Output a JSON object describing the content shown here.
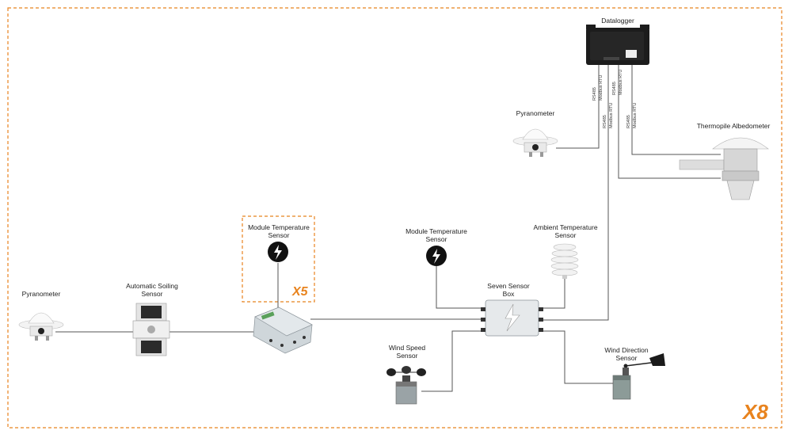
{
  "datalogger": {
    "label": "Datalogger"
  },
  "pyranometer_top": {
    "label": "Pyranometer"
  },
  "thermopile": {
    "label": "Thermopile Albedometer"
  },
  "module_temp_x5": {
    "label_line1": "Module Temperature",
    "label_line2": "Sensor"
  },
  "module_temp_2": {
    "label_line1": "Module Temperature",
    "label_line2": "Sensor"
  },
  "ambient_temp": {
    "label_line1": "Ambient Temperature",
    "label_line2": "Sensor"
  },
  "pyranometer_left": {
    "label": "Pyranometer"
  },
  "soiling": {
    "label_line1": "Automatic Soiling",
    "label_line2": "Sensor"
  },
  "seven_box": {
    "label_line1": "Seven Sensor",
    "label_line2": "Box"
  },
  "wind_speed": {
    "label_line1": "Wind Speed",
    "label_line2": "Sensor"
  },
  "wind_direction": {
    "label_line1": "Wind Direction",
    "label_line2": "Sensor"
  },
  "multiplier_x5": "X5",
  "multiplier_x8": "X8",
  "bus_labels": {
    "l1a": "RS485",
    "l1b": "Modbus RTU",
    "l2a": "RS485",
    "l2b": "Modbus RTU",
    "l3a": "RS485",
    "l3b": "Modbus RTU",
    "l4a": "RS485",
    "l4b": "Modbus RTU"
  },
  "colors": {
    "accent": "#e8831e",
    "line": "#555555",
    "device": "#1c1c1c"
  }
}
